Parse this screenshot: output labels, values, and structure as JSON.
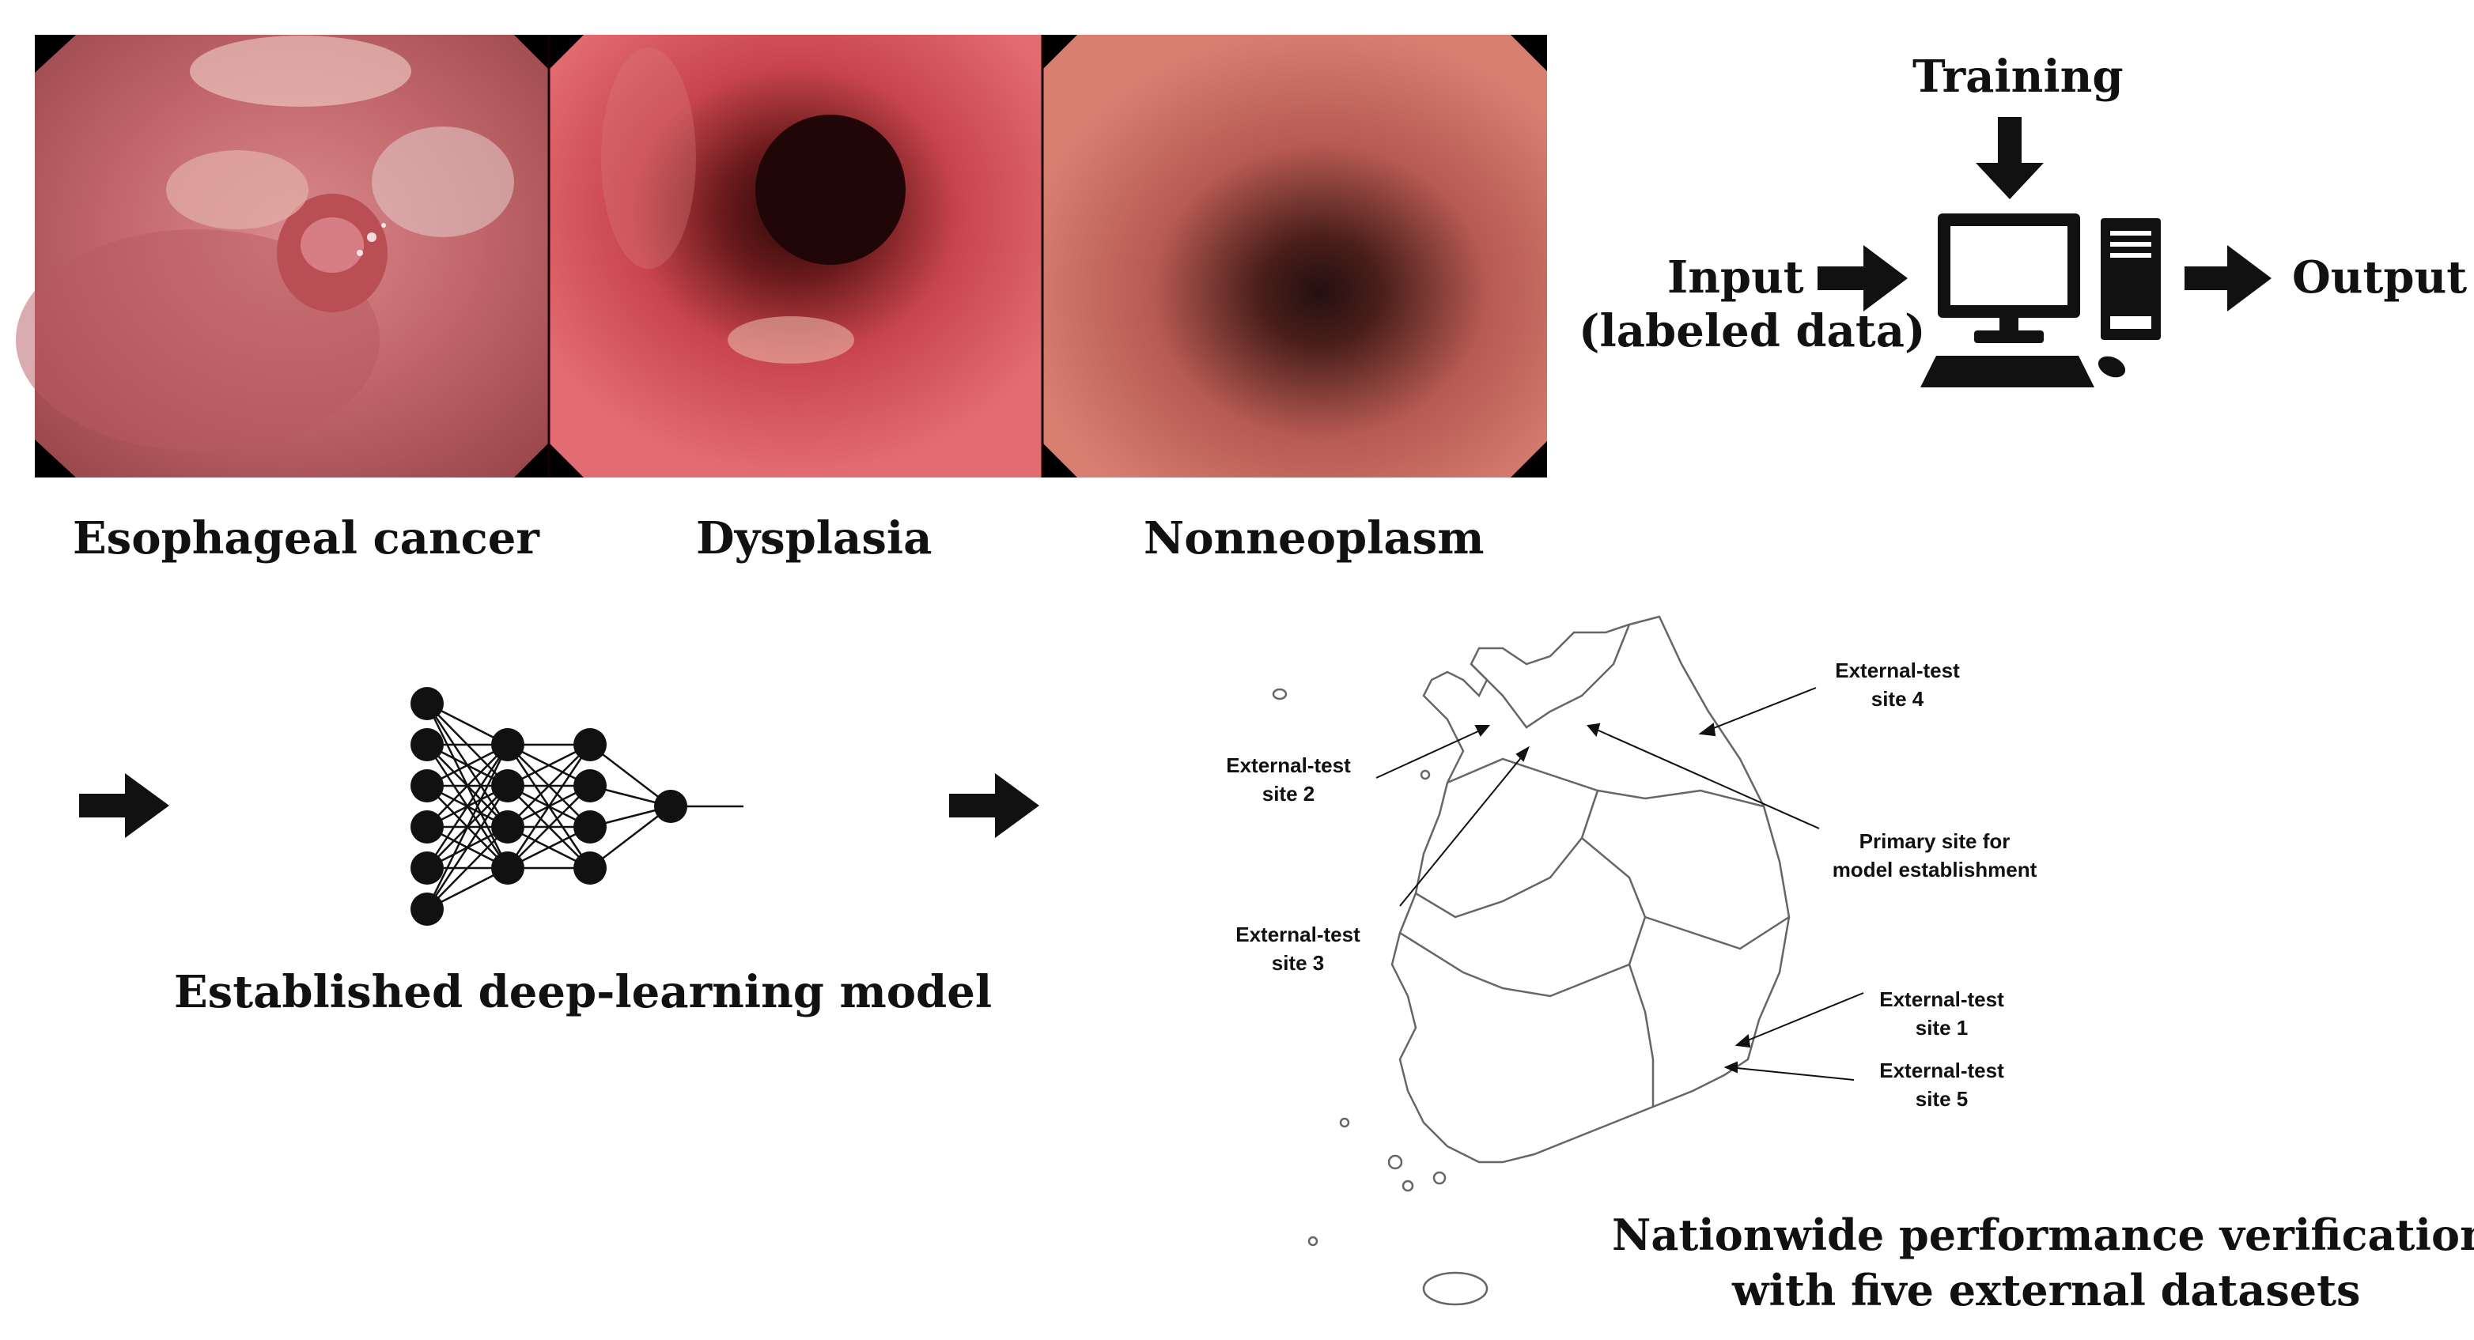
{
  "endoscopy": {
    "panels": [
      {
        "id": "cancer",
        "label": "Esophageal cancer"
      },
      {
        "id": "dysplasia",
        "label": "Dysplasia"
      },
      {
        "id": "nonneoplasm",
        "label": "Nonneoplasm"
      }
    ]
  },
  "training_diagram": {
    "top_label": "Training",
    "input_line1": "Input",
    "input_line2": "(labeled data)",
    "output_label": "Output",
    "computer_icon": "desktop-computer-icon"
  },
  "model": {
    "caption": "Established deep-learning model",
    "icon": "neural-network-icon",
    "layers": [
      6,
      4,
      4,
      1
    ]
  },
  "map": {
    "icon": "south-korea-map",
    "sites": {
      "site4": {
        "line1": "External-test",
        "line2": "site 4"
      },
      "site2": {
        "line1": "External-test",
        "line2": "site 2"
      },
      "primary": {
        "line1": "Primary site for",
        "line2": "model establishment"
      },
      "site3": {
        "line1": "External-test",
        "line2": "site 3"
      },
      "site1": {
        "line1": "External-test",
        "line2": "site 1"
      },
      "site5": {
        "line1": "External-test",
        "line2": "site 5"
      }
    },
    "caption_line1": "Nationwide performance verification",
    "caption_line2": "with five external datasets"
  }
}
